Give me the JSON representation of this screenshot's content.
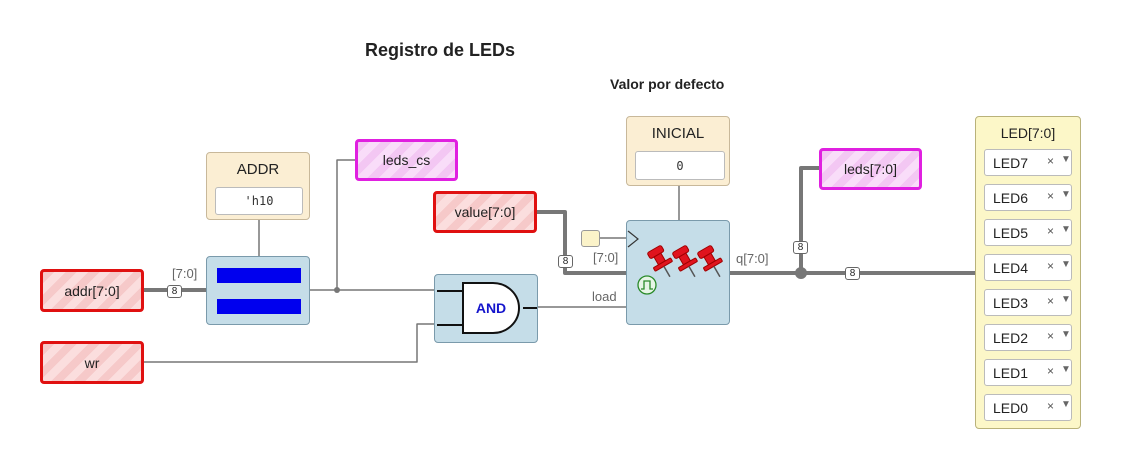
{
  "title": "Registro de LEDs",
  "subtitle": "Valor por defecto",
  "inputs": {
    "addr": "addr[7:0]",
    "wr": "wr",
    "value": "value[7:0]"
  },
  "outputs": {
    "leds_cs": "leds_cs",
    "leds": "leds[7:0]"
  },
  "constants": {
    "addr": {
      "name": "ADDR",
      "value": "'h10"
    },
    "inicial": {
      "name": "INICIAL",
      "value": "0"
    }
  },
  "gates": {
    "and": "AND"
  },
  "wire_labels": {
    "addr_bits": "[7:0]",
    "value_bits": "[7:0]",
    "q": "q[7:0]",
    "load": "load"
  },
  "bus_widths": {
    "addr": "8",
    "value": "8",
    "leds_out": "8",
    "main_out": "8"
  },
  "led_panel": {
    "title": "LED[7:0]",
    "items": [
      "LED7",
      "LED6",
      "LED5",
      "LED4",
      "LED3",
      "LED2",
      "LED1",
      "LED0"
    ],
    "clear_icon": "×",
    "dropdown_icon": "chevron-down-icon"
  },
  "colors": {
    "input_border": "#e01010",
    "output_border": "#e020e0",
    "block_fill": "#c5dde8",
    "comparator_bar": "#0000ee",
    "pin_icon": "#e0141e"
  }
}
